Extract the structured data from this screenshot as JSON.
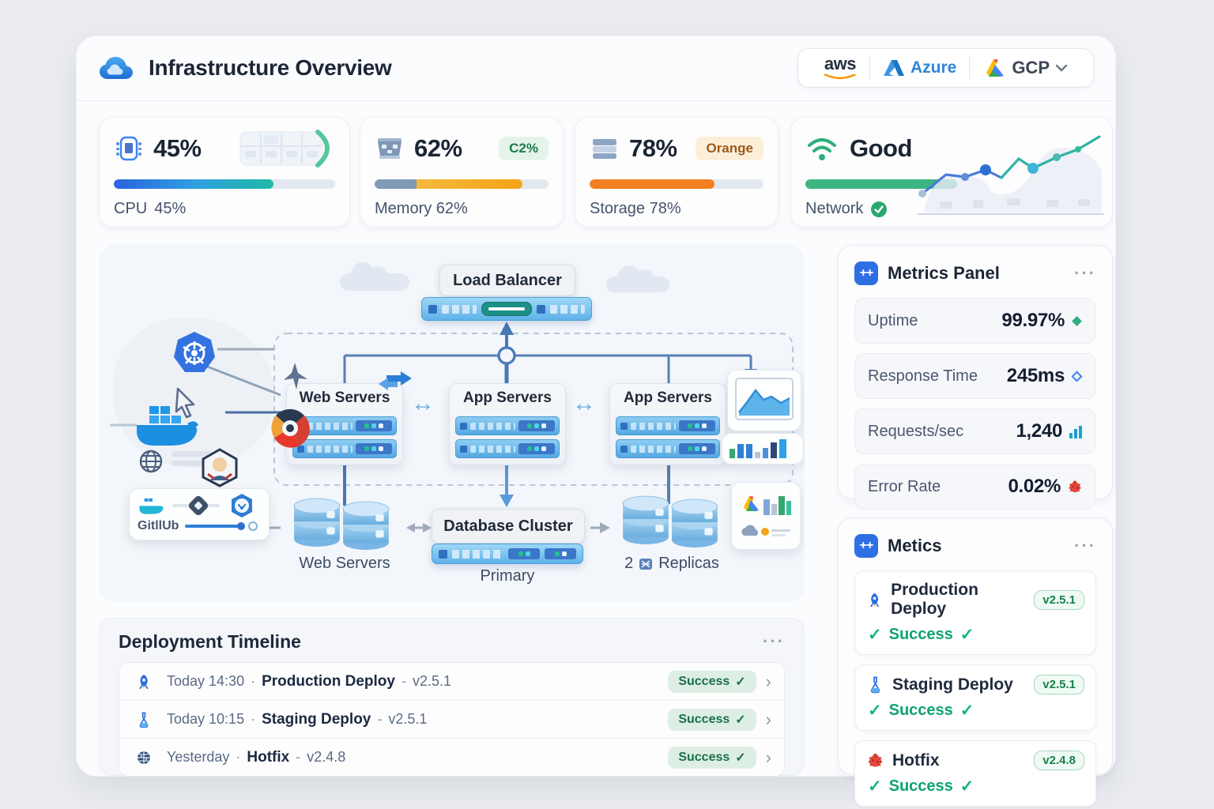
{
  "header": {
    "title": "Infrastructure Overview",
    "providers": {
      "aws": "aws",
      "azure": "Azure",
      "gcp": "GCP"
    }
  },
  "stats": {
    "cpu": {
      "value": "45%",
      "label": "CPU",
      "sublabel": "45%",
      "bar_style": "width:72%"
    },
    "memory": {
      "value": "62%",
      "badge": "C2%",
      "label": "Memory 62%",
      "seg1_style": "width:24%",
      "seg2_style": "left:24%;width:61%"
    },
    "storage": {
      "value": "78%",
      "badge": "Orange",
      "label": "Storage 78%",
      "bar_style": "width:72%"
    },
    "network": {
      "value": "Good",
      "label": "Network",
      "bar_style": "width:100%"
    }
  },
  "diagram": {
    "load_balancer": "Load Balancer",
    "tier1": [
      {
        "label": "Web Servers"
      },
      {
        "label": "App Servers"
      },
      {
        "label": "App Servers"
      }
    ],
    "db_left_label": "Web Servers",
    "db_cluster_label": "Database Cluster",
    "db_primary_label": "Primary",
    "replicas_prefix": "2",
    "replicas_label": "Replicas",
    "repo_label": "GitllUb"
  },
  "metrics_panel": {
    "title": "Metrics Panel",
    "menu": "···",
    "rows": [
      {
        "label": "Uptime",
        "value": "99.97%"
      },
      {
        "label": "Response Time",
        "value": "245ms"
      },
      {
        "label": "Requests/sec",
        "value": "1,240"
      },
      {
        "label": "Error Rate",
        "value": "0.02%"
      }
    ]
  },
  "deploys_panel": {
    "title": "Metics",
    "menu": "···",
    "items": [
      {
        "name": "Production Deploy",
        "version": "v2.5.1",
        "status": "Success"
      },
      {
        "name": "Staging Deploy",
        "version": "v2.5.1",
        "status": "Success"
      },
      {
        "name": "Hotfix",
        "version": "v2.4.8",
        "status": "Success"
      }
    ]
  },
  "timeline": {
    "title": "Deployment Timeline",
    "menu": "···",
    "sep_dot": "·",
    "sep_dash": "-",
    "rows": [
      {
        "time": "Today 14:30",
        "name": "Production Deploy",
        "version": "v2.5.1",
        "status": "Success"
      },
      {
        "time": "Today 10:15",
        "name": "Staging Deploy",
        "version": "v2.5.1",
        "status": "Success"
      },
      {
        "time": "Yesterday",
        "name": "Hotfix",
        "version": "v2.4.8",
        "status": "Success"
      }
    ]
  },
  "glyphs": {
    "check": "✓",
    "chevron_right": "›",
    "arrow_lr": "↔"
  },
  "colors": {
    "accent_blue": "#2f6fe4",
    "success_green": "#18a06b",
    "amber": "#f5a316",
    "storage_orange": "#f28020"
  }
}
